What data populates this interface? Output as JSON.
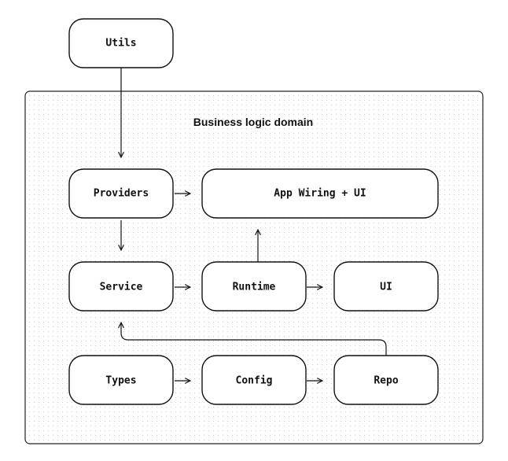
{
  "domain": {
    "title": "Business logic domain"
  },
  "nodes": {
    "utils": "Utils",
    "providers": "Providers",
    "app_wiring": "App Wiring + UI",
    "service": "Service",
    "runtime": "Runtime",
    "ui": "UI",
    "types": "Types",
    "config": "Config",
    "repo": "Repo"
  },
  "edges": [
    {
      "from": "utils",
      "to": "providers"
    },
    {
      "from": "providers",
      "to": "app_wiring"
    },
    {
      "from": "providers",
      "to": "service"
    },
    {
      "from": "service",
      "to": "runtime"
    },
    {
      "from": "runtime",
      "to": "app_wiring"
    },
    {
      "from": "runtime",
      "to": "ui"
    },
    {
      "from": "types",
      "to": "config"
    },
    {
      "from": "config",
      "to": "repo"
    },
    {
      "from": "repo",
      "to": "service"
    }
  ]
}
